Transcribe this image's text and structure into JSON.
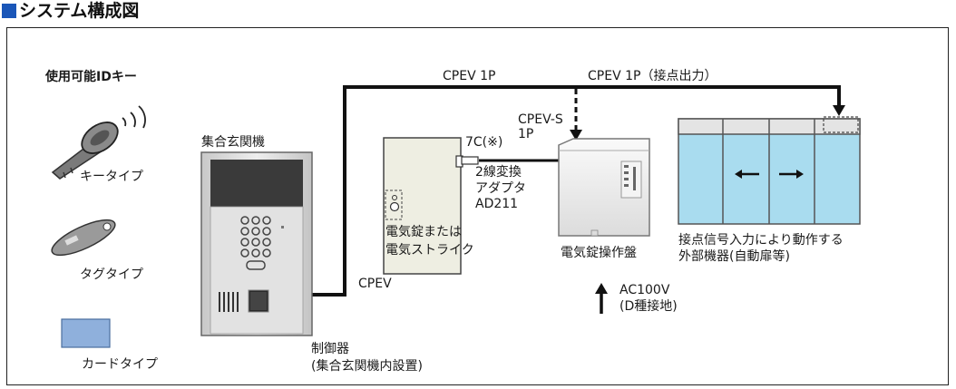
{
  "header": {
    "title": "システム構成図"
  },
  "keys": {
    "heading": "使用可能IDキー",
    "key_type": "キータイプ",
    "tag_type": "タグタイプ",
    "card_type": "カードタイプ"
  },
  "intercom": {
    "label": "集合玄関機"
  },
  "controller": {
    "line1": "制御器",
    "line2": "(集合玄関機内設置)"
  },
  "cables": {
    "top_left": "CPEV 1P",
    "top_right": "CPEV 1P（接点出力）",
    "cpevs_line1": "CPEV-S",
    "cpevs_line2": "1P",
    "seven_c": "7C(※)",
    "cpev": "CPEV"
  },
  "adapter": {
    "line1": "2線変換",
    "line2": "アダプタ",
    "line3": "AD211"
  },
  "lock": {
    "line1": "電気錠または",
    "line2": "電気ストライク"
  },
  "panel": {
    "label": "電気錠操作盤"
  },
  "power": {
    "line1": "AC100V",
    "line2": "(D種接地)"
  },
  "external": {
    "line1": "接点信号入力により動作する",
    "line2": "外部機器(自動扉等)"
  },
  "colors": {
    "title_square": "#1a56b8",
    "door_glass": "#a9dcef",
    "card": "#8fb0dc"
  }
}
